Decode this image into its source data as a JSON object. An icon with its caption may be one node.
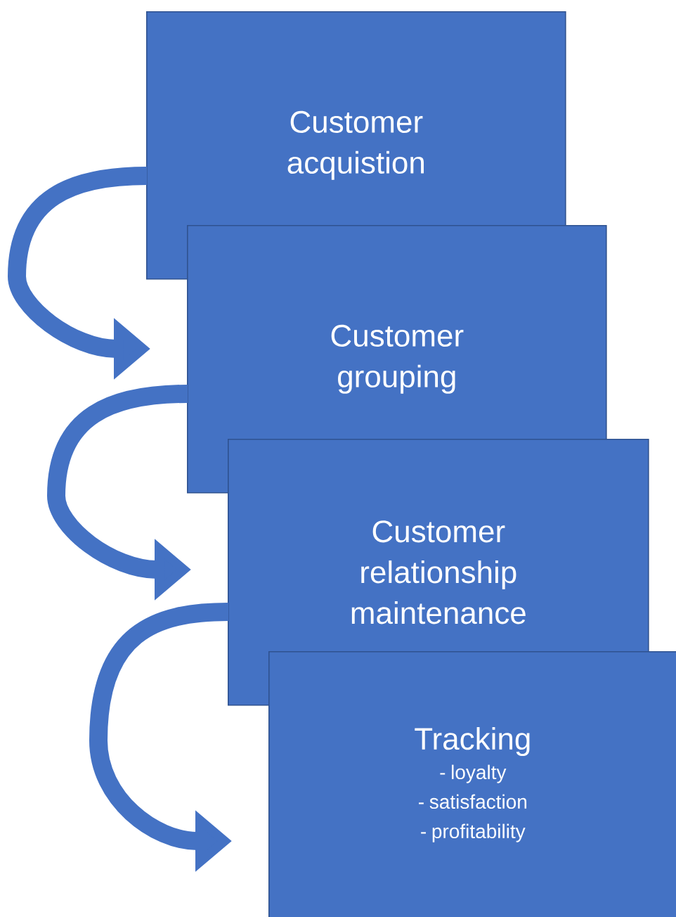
{
  "diagram": {
    "nodes": [
      {
        "text": [
          "Customer acquistion"
        ]
      },
      {
        "text": [
          "Customer grouping"
        ]
      },
      {
        "text": [
          "Customer relationship maintenance"
        ]
      },
      {
        "text": [
          "Tracking",
          "- loyalty",
          "- satisfaction",
          "- profitability"
        ]
      }
    ],
    "edges": [
      {
        "from": 0,
        "to": 1,
        "arrow": "to"
      },
      {
        "from": 1,
        "to": 2,
        "arrow": "to"
      },
      {
        "from": 2,
        "to": 3,
        "arrow": "to"
      }
    ]
  }
}
